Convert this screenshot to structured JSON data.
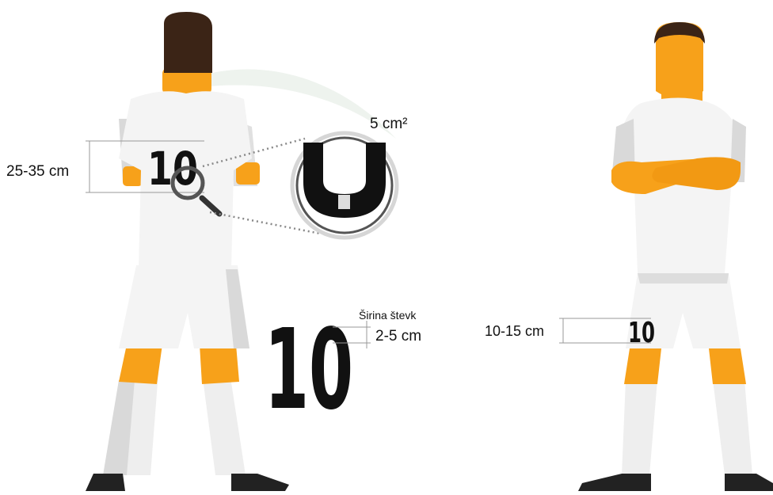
{
  "back_player": {
    "jersey_number": "10",
    "height_label": "25-35 cm"
  },
  "zoom_detail": {
    "area_label": "5 cm²"
  },
  "big_number": {
    "number": "10",
    "stroke_width_title": "Širina števk",
    "stroke_width_value": "2-5 cm"
  },
  "front_player": {
    "shorts_number": "10",
    "height_label": "10-15 cm"
  },
  "colors": {
    "skin": "#f7a11a",
    "hair": "#3b2416",
    "kit": "#f4f4f4",
    "kit_shade": "#d9d9d9",
    "boots": "#222222",
    "numbers": "#111111"
  }
}
